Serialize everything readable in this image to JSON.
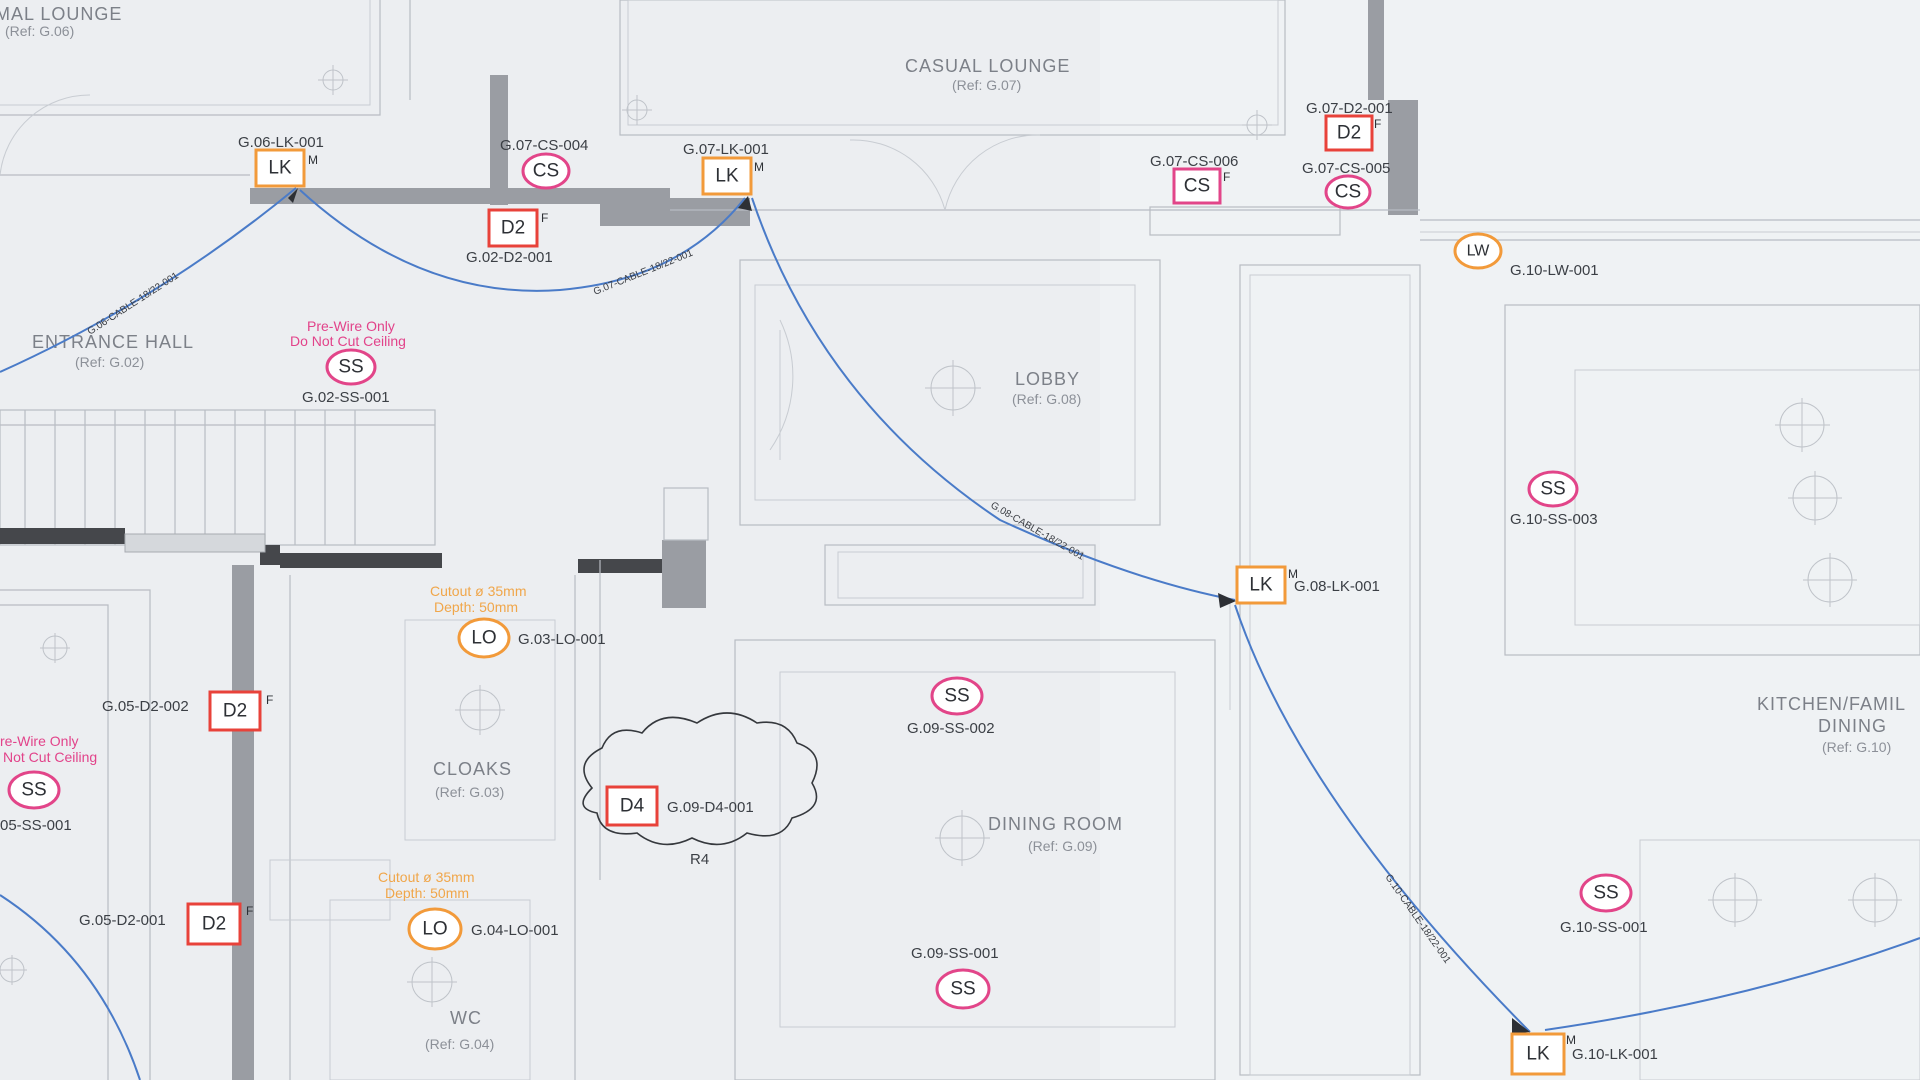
{
  "rooms": {
    "formal_lounge": {
      "name": "MAL LOUNGE",
      "ref": "(Ref: G.06)"
    },
    "casual_lounge": {
      "name": "CASUAL LOUNGE",
      "ref": "(Ref: G.07)"
    },
    "entrance_hall": {
      "name": "ENTRANCE HALL",
      "ref": "(Ref: G.02)"
    },
    "lobby": {
      "name": "LOBBY",
      "ref": "(Ref: G.08)"
    },
    "cloaks": {
      "name": "CLOAKS",
      "ref": "(Ref: G.03)"
    },
    "dining_room": {
      "name": "DINING ROOM",
      "ref": "(Ref: G.09)"
    },
    "kitchen_line1": "KITCHEN/FAMIL",
    "kitchen_line2": "DINING",
    "kitchen_ref": "(Ref: G.10)",
    "wc": {
      "name": "WC",
      "ref": "(Ref: G.04)"
    }
  },
  "symbols": {
    "lk_g06": {
      "code": "LK",
      "sup": "M",
      "tag": "G.06-LK-001"
    },
    "cs_g07_004": {
      "code": "CS",
      "tag": "G.07-CS-004"
    },
    "d2_g02": {
      "code": "D2",
      "sup": "F",
      "tag": "G.02-D2-001"
    },
    "lk_g07": {
      "code": "LK",
      "sup": "M",
      "tag": "G.07-LK-001"
    },
    "cs_g07_006": {
      "code": "CS",
      "sup": "F",
      "tag": "G.07-CS-006"
    },
    "d2_g07": {
      "code": "D2",
      "sup": "F",
      "tag": "G.07-D2-001"
    },
    "cs_g07_005": {
      "code": "CS",
      "tag": "G.07-CS-005"
    },
    "lw_g10": {
      "code": "LW",
      "tag": "G.10-LW-001"
    },
    "ss_g02": {
      "code": "SS",
      "tag": "G.02-SS-001"
    },
    "ss_g10_003": {
      "code": "SS",
      "tag": "G.10-SS-003"
    },
    "lk_g08": {
      "code": "LK",
      "sup": "M",
      "tag": "G.08-LK-001"
    },
    "lo_g03": {
      "code": "LO",
      "tag": "G.03-LO-001"
    },
    "ss_g09_002": {
      "code": "SS",
      "tag": "G.09-SS-002"
    },
    "d2_g05_002": {
      "code": "D2",
      "sup": "F",
      "tag": "G.05-D2-002"
    },
    "ss_g05": {
      "code": "SS",
      "tag": "05-SS-001"
    },
    "d4_g09": {
      "code": "D4",
      "tag": "G.09-D4-001",
      "revision": "R4"
    },
    "ss_g10_001": {
      "code": "SS",
      "tag": "G.10-SS-001"
    },
    "d2_g05_001": {
      "code": "D2",
      "sup": "F",
      "tag": "G.05-D2-001"
    },
    "lo_g04": {
      "code": "LO",
      "tag": "G.04-LO-001"
    },
    "ss_g09_001": {
      "code": "SS",
      "tag": "G.09-SS-001"
    },
    "lk_g10": {
      "code": "LK",
      "sup": "M",
      "tag": "G.10-LK-001"
    }
  },
  "notes": {
    "prewire_1": "Pre-Wire Only",
    "prewire_2": "Do Not Cut Ceiling",
    "prewire_left_1": "re-Wire Only",
    "prewire_left_2": "Not Cut Ceiling",
    "cutout_1": "Cutout ø 35mm",
    "cutout_2": "Depth: 50mm",
    "cutout2_1": "Cutout ø 35mm",
    "cutout2_2": "Depth: 50mm"
  },
  "cables": {
    "g06": "G.06-CABLE-18/22-001",
    "g07": "G.07-CABLE-18/22-001",
    "g08": "G.08-CABLE-18/22-001",
    "g10": "G.10-CABLE-18/22-001"
  },
  "colors": {
    "keypad": "#f29a3a",
    "door": "#e8423a",
    "speaker": "#e24589",
    "cable": "#4a7bc8",
    "wall": "#9a9da3"
  }
}
